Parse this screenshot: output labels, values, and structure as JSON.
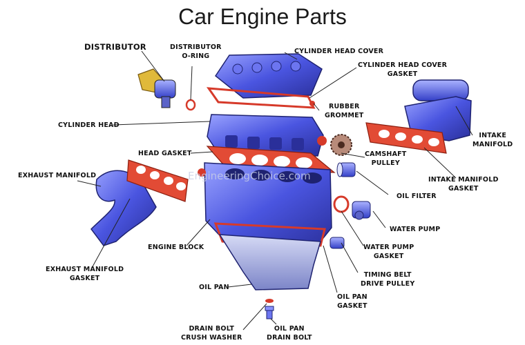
{
  "title": "Car Engine Parts",
  "watermark": "EngineeringChoice.com",
  "labels": {
    "distributor": "DISTRIBUTOR",
    "distributor_oring": "DISTRIBUTOR\nO-RING",
    "cylinder_head_cover": "CYLINDER HEAD COVER",
    "cylinder_head_cover_gasket": "CYLINDER HEAD COVER\nGASKET",
    "rubber_grommet": "RUBBER\nGROMMET",
    "cylinder_head": "CYLINDER HEAD",
    "intake_manifold": "INTAKE\nMANIFOLD",
    "head_gasket": "HEAD GASKET",
    "camshaft_pulley": "CAMSHAFT\nPULLEY",
    "exhaust_manifold": "EXHAUST MANIFOLD",
    "intake_manifold_gasket": "INTAKE MANIFOLD\nGASKET",
    "oil_filter": "OIL FILTER",
    "water_pump": "WATER PUMP",
    "engine_block": "ENGINE BLOCK",
    "water_pump_gasket": "WATER PUMP\nGASKET",
    "exhaust_manifold_gasket": "EXHAUST MANIFOLD\nGASKET",
    "timing_belt_drive_pulley": "TIMING BELT\nDRIVE PULLEY",
    "oil_pan": "OIL PAN",
    "oil_pan_gasket": "OIL PAN\nGASKET",
    "drain_bolt_crush_washer": "DRAIN BOLT\nCRUSH WASHER",
    "oil_pan_drain_bolt": "OIL PAN\nDRAIN BOLT"
  }
}
